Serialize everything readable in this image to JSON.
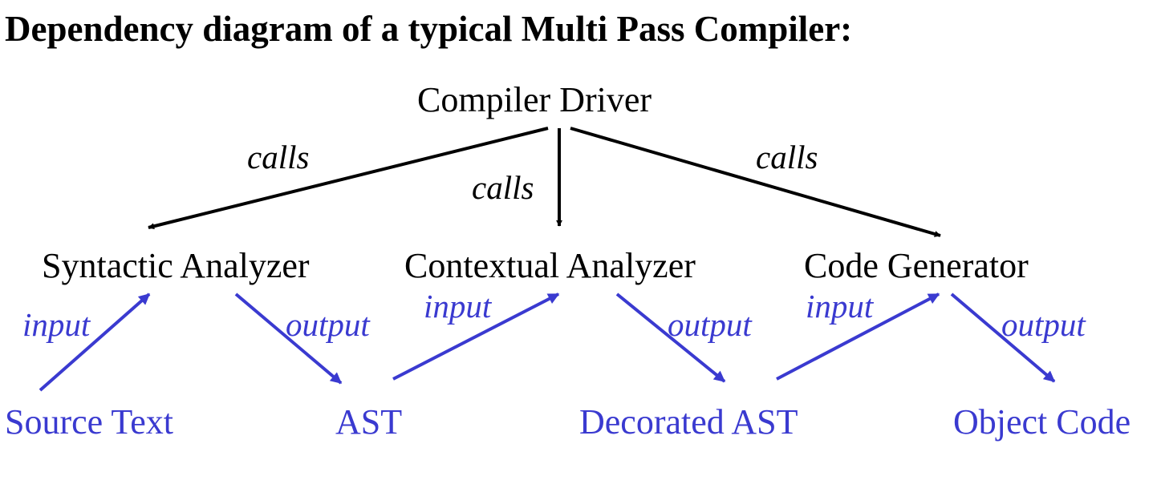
{
  "title": "Dependency diagram of a typical Multi Pass Compiler:",
  "nodes": {
    "driver": "Compiler Driver",
    "syntactic": "Syntactic Analyzer",
    "contextual": "Contextual Analyzer",
    "codegen": "Code Generator",
    "source": "Source Text",
    "ast": "AST",
    "decorated": "Decorated AST",
    "object": "Object Code"
  },
  "edge_labels": {
    "calls_left": "calls",
    "calls_middle": "calls",
    "calls_right": "calls",
    "input_1": "input",
    "output_1": "output",
    "input_2": "input",
    "output_2": "output",
    "input_3": "input",
    "output_3": "output"
  },
  "colors": {
    "call_arrows": "#000000",
    "data_flow": "#3a3ad0",
    "text": "#000000"
  }
}
